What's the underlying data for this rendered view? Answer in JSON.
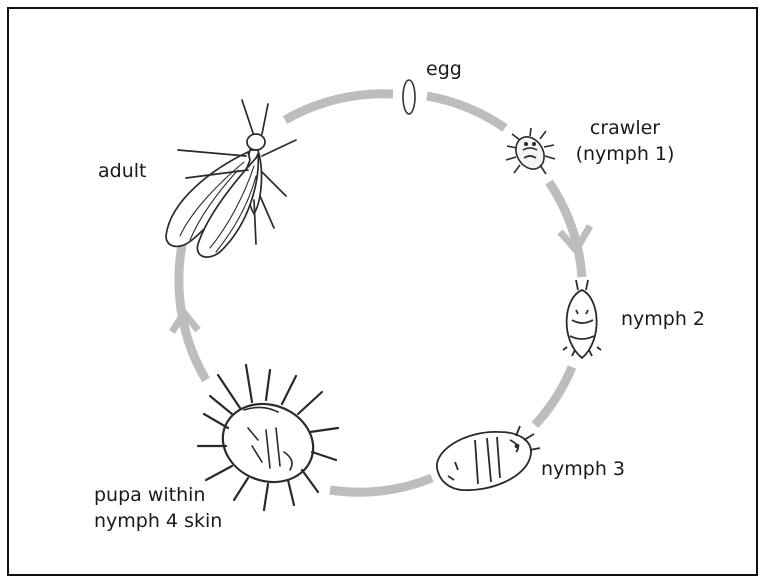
{
  "stages": {
    "egg": "egg",
    "crawler_line1": "crawler",
    "crawler_line2": "(nymph 1)",
    "nymph2": "nymph 2",
    "nymph3": "nymph 3",
    "pupa_line1": "pupa within",
    "pupa_line2": "nymph 4 skin",
    "adult": "adult"
  },
  "colors": {
    "cycle": "#bdbdbd",
    "ink": "#222222"
  }
}
